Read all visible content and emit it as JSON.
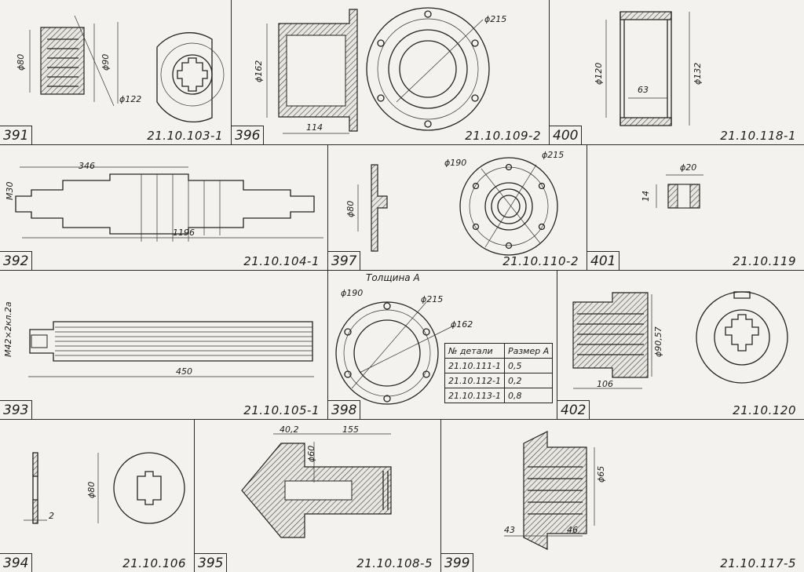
{
  "parts": [
    {
      "num": "391",
      "code": "21.10.103-1",
      "dims": [
        "ϕ80",
        "ϕ90",
        "ϕ122"
      ]
    },
    {
      "num": "396",
      "code": "21.10.109-2",
      "dims": [
        "ϕ162",
        "114",
        "ϕ215"
      ]
    },
    {
      "num": "400",
      "code": "21.10.118-1",
      "dims": [
        "ϕ120",
        "63",
        "ϕ132"
      ]
    },
    {
      "num": "392",
      "code": "21.10.104-1",
      "dims": [
        "М30",
        "346",
        "1196"
      ]
    },
    {
      "num": "397",
      "code": "21.10.110-2",
      "dims": [
        "ϕ80",
        "ϕ190",
        "ϕ215"
      ]
    },
    {
      "num": "401",
      "code": "21.10.119",
      "dims": [
        "ϕ20",
        "14"
      ]
    },
    {
      "num": "393",
      "code": "21.10.105-1",
      "dims": [
        "М42×2кл.2а",
        "450"
      ]
    },
    {
      "num": "398",
      "code": "",
      "dims": [
        "ϕ190",
        "ϕ215",
        "ϕ162"
      ]
    },
    {
      "num": "402",
      "code": "21.10.120",
      "dims": [
        "ϕ90,57",
        "106"
      ]
    },
    {
      "num": "394",
      "code": "21.10.106",
      "dims": [
        "ϕ80",
        "2"
      ]
    },
    {
      "num": "395",
      "code": "21.10.108-5",
      "dims": [
        "40,2",
        "155",
        "ϕ60"
      ]
    },
    {
      "num": "399",
      "code": "21.10.117-5",
      "dims": [
        "ϕ65",
        "43",
        "46"
      ]
    }
  ],
  "part398": {
    "title": "Толщина А",
    "table": {
      "headers": [
        "№ детали",
        "Размер А"
      ],
      "rows": [
        [
          "21.10.111-1",
          "0,5"
        ],
        [
          "21.10.112-1",
          "0,2"
        ],
        [
          "21.10.113-1",
          "0,8"
        ]
      ]
    }
  }
}
